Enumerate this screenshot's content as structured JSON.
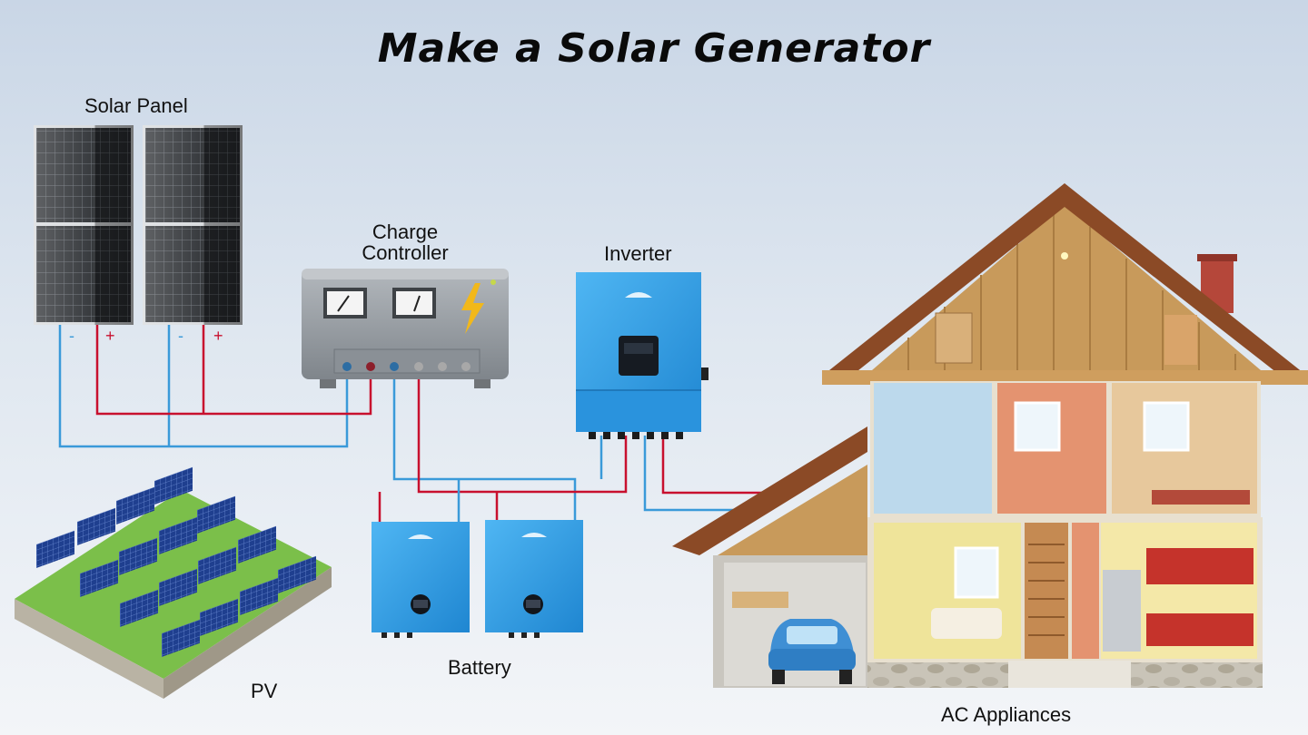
{
  "title": "Make a Solar Generator",
  "components": {
    "solar_panel": "Solar Panel",
    "charge_controller": "Charge\nController",
    "inverter": "Inverter",
    "battery": "Battery",
    "pv": "PV",
    "ac_appliances": "AC Appliances"
  },
  "terminals": {
    "negative": "-",
    "positive": "+"
  },
  "colors": {
    "negative_wire": "#3a9ad9",
    "positive_wire": "#c8102e",
    "device_blue": "#2f9fe6",
    "controller_gray": "#9aa0a6"
  }
}
